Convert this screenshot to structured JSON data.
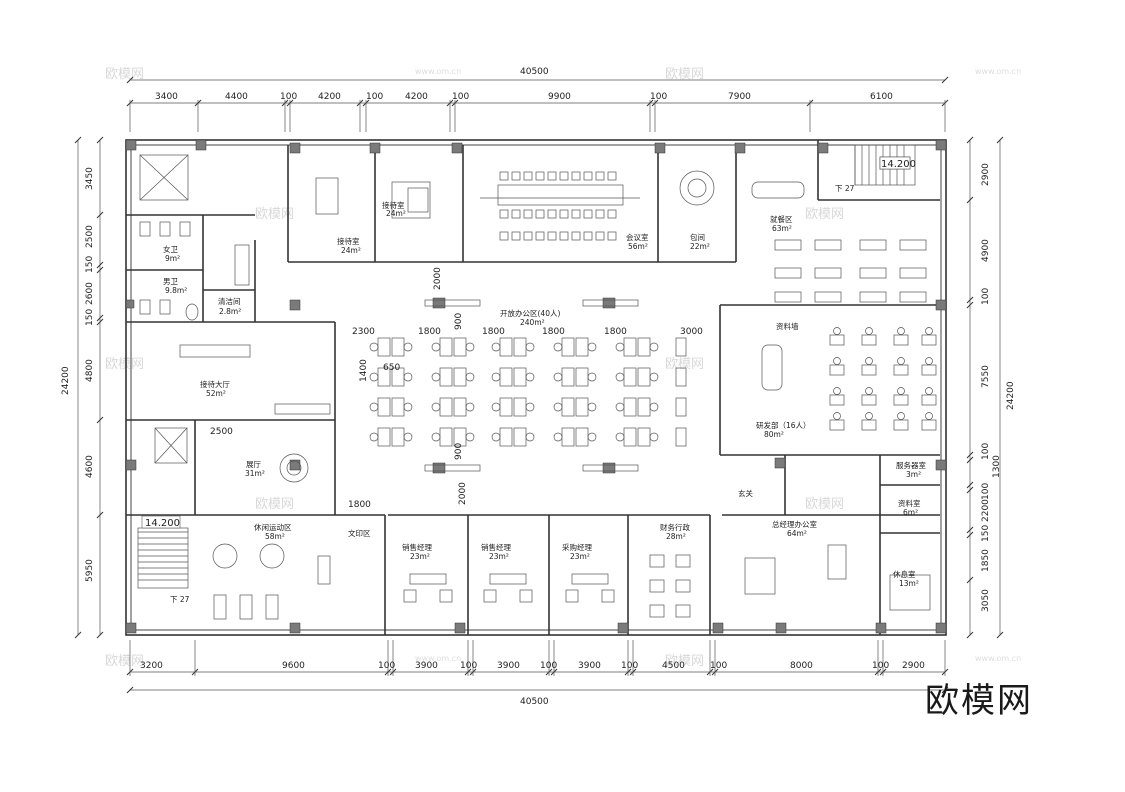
{
  "dimensions": {
    "top_total": "40500",
    "top_segments": [
      "3400",
      "4400",
      "100",
      "4200",
      "100",
      "4200",
      "100",
      "9900",
      "100",
      "7900",
      "6100"
    ],
    "bottom_total": "40500",
    "bottom_segments": [
      "3200",
      "9600",
      "100",
      "3900",
      "100",
      "3900",
      "100",
      "3900",
      "100",
      "4500",
      "100",
      "8000",
      "100",
      "2900"
    ],
    "left_total": "24200",
    "left_segments": [
      "3450",
      "2500",
      "150",
      "2600",
      "150",
      "4800",
      "4600",
      "5950"
    ],
    "right_total": "24200",
    "right_segments": [
      "2900",
      "4900",
      "100",
      "7550",
      "100",
      "1300",
      "100",
      "2200",
      "150",
      "1850",
      "3050"
    ],
    "inner": [
      "2300",
      "1800",
      "1800",
      "1800",
      "1800",
      "3000",
      "900",
      "1400",
      "650",
      "2000",
      "2000",
      "900",
      "2500",
      "1800"
    ]
  },
  "rooms": [
    {
      "name": "女卫",
      "area": "9m²"
    },
    {
      "name": "男卫",
      "area": "9.8m²"
    },
    {
      "name": "清洁间",
      "area": "2.8m²"
    },
    {
      "name": "接待室",
      "area": "24m²"
    },
    {
      "name": "接待室",
      "area": "24m²"
    },
    {
      "name": "会议室",
      "area": "56m²"
    },
    {
      "name": "包间",
      "area": "22m²"
    },
    {
      "name": "就餐区",
      "area": "63m²"
    },
    {
      "name": "开放办公区(40人)",
      "area": "240m²"
    },
    {
      "name": "接待大厅",
      "area": "52m²"
    },
    {
      "name": "展厅",
      "area": "31m²"
    },
    {
      "name": "资料墙",
      "area": ""
    },
    {
      "name": "研发部（16人）",
      "area": "80m²"
    },
    {
      "name": "休闲运动区",
      "area": "58m²"
    },
    {
      "name": "文印区",
      "area": ""
    },
    {
      "name": "销售经理",
      "area": "23m²"
    },
    {
      "name": "销售经理",
      "area": "23m²"
    },
    {
      "name": "采购经理",
      "area": "23m²"
    },
    {
      "name": "财务行政",
      "area": "28m²"
    },
    {
      "name": "玄关",
      "area": ""
    },
    {
      "name": "总经理办公室",
      "area": "64m²"
    },
    {
      "name": "服务器室",
      "area": "3m²"
    },
    {
      "name": "资料室",
      "area": "6m²"
    },
    {
      "name": "休息室",
      "area": "13m²"
    }
  ],
  "levels": {
    "stair_top": "14.200",
    "stair_bottom": "14.200",
    "down_top": "下 27",
    "down_bottom": "下 27"
  },
  "watermark": {
    "brand": "欧模网",
    "url": "www.om.cn"
  },
  "logo": "欧模网"
}
